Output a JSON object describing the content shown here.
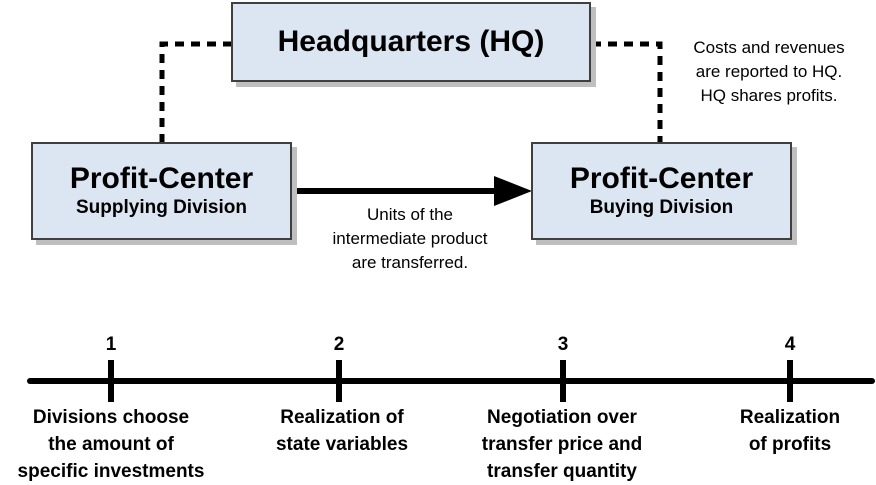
{
  "headquarters": {
    "label": "Headquarters (HQ)"
  },
  "supplying_division": {
    "title": "Profit-Center",
    "subtitle": "Supplying Division"
  },
  "buying_division": {
    "title": "Profit-Center",
    "subtitle": "Buying Division"
  },
  "hq_note": {
    "line1": "Costs and revenues",
    "line2": "are reported to HQ.",
    "line3": "HQ shares profits."
  },
  "transfer_note": {
    "line1": "Units of the",
    "line2": "intermediate product",
    "line3": "are transferred."
  },
  "timeline": [
    {
      "number": "1",
      "lines": [
        "Divisions choose",
        "the amount of",
        "specific investments"
      ]
    },
    {
      "number": "2",
      "lines": [
        "Realization of",
        "state variables"
      ]
    },
    {
      "number": "3",
      "lines": [
        "Negotiation over",
        "transfer price and",
        "transfer quantity"
      ]
    },
    {
      "number": "4",
      "lines": [
        "Realization",
        "of profits"
      ]
    }
  ]
}
